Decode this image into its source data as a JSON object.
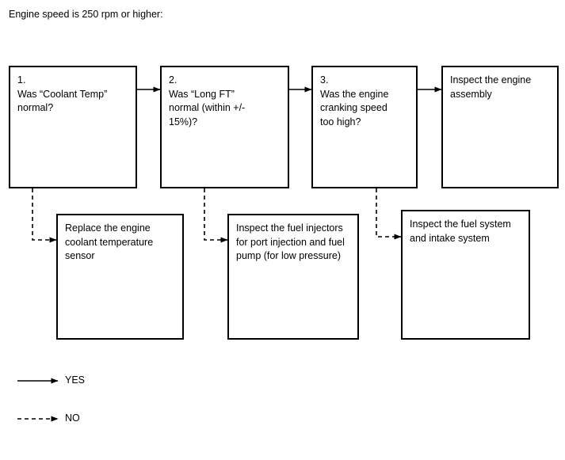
{
  "heading": "Engine speed is 250 rpm or higher:",
  "nodes": {
    "q1": {
      "number": "1.",
      "text": "Was “Coolant Temp”\nnormal?"
    },
    "q2": {
      "number": "2.",
      "text": "Was “Long FT”\nnormal (within +/-\n15%)?"
    },
    "q3": {
      "number": "3.",
      "text": "Was the engine\ncranking speed\ntoo high?"
    },
    "r_engine": {
      "text": "Inspect the engine\nassembly"
    },
    "r_sensor": {
      "text": "Replace the engine\ncoolant temperature\nsensor"
    },
    "r_injectors": {
      "text": "Inspect the fuel injectors\nfor port injection and fuel\npump (for low pressure)"
    },
    "r_fuelsystem": {
      "text": "Inspect the fuel system\nand intake system"
    }
  },
  "legend": {
    "yes_label": "YES",
    "no_label": "NO"
  },
  "colors": {
    "stroke": "#000000",
    "background": "#ffffff",
    "text": "#000000"
  }
}
